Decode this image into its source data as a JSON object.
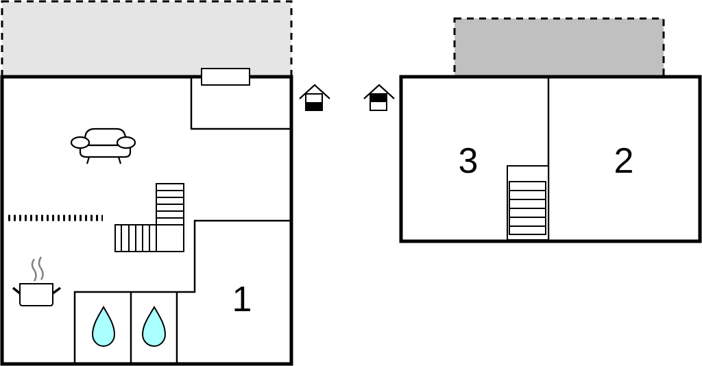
{
  "floorplan": {
    "colors": {
      "wall": "#000000",
      "terrace_ground": "#e5e5e5",
      "terrace_upper": "#c0c0c0",
      "water": "#aaffff",
      "steam": "#808080"
    },
    "ground_floor": {
      "rooms": [
        {
          "id": "room-1",
          "label": "1"
        }
      ],
      "icons": [
        "sofa-icon",
        "cooking-pot-icon",
        "shower-icon",
        "shower-icon",
        "staircase-icon",
        "fireplace-icon",
        "window-railing-icon"
      ]
    },
    "upper_floor": {
      "rooms": [
        {
          "id": "room-3",
          "label": "3"
        },
        {
          "id": "room-2",
          "label": "2"
        }
      ],
      "icons": [
        "staircase-icon"
      ]
    },
    "floor_indicators": [
      {
        "name": "ground-floor-indicator-icon",
        "state": "ground"
      },
      {
        "name": "upper-floor-indicator-icon",
        "state": "upper"
      }
    ]
  }
}
